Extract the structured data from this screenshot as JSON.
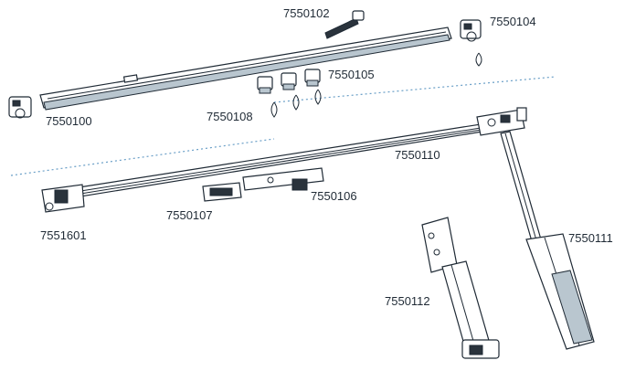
{
  "parts": [
    {
      "id": "p7550102",
      "number": "7550102"
    },
    {
      "id": "p7550104",
      "number": "7550104"
    },
    {
      "id": "p7550105",
      "number": "7550105"
    },
    {
      "id": "p7550100",
      "number": "7550100"
    },
    {
      "id": "p7550108",
      "number": "7550108"
    },
    {
      "id": "p7550110",
      "number": "7550110"
    },
    {
      "id": "p7550106",
      "number": "7550106"
    },
    {
      "id": "p7550107",
      "number": "7550107"
    },
    {
      "id": "p7551601",
      "number": "7551601"
    },
    {
      "id": "p7550111",
      "number": "7550111"
    },
    {
      "id": "p7550112",
      "number": "7550112"
    }
  ],
  "colors": {
    "line": "#1f2a35",
    "divider": "#6a9fc7",
    "fill_dark": "#2a333c",
    "fill_mid": "#b9c6cf"
  }
}
